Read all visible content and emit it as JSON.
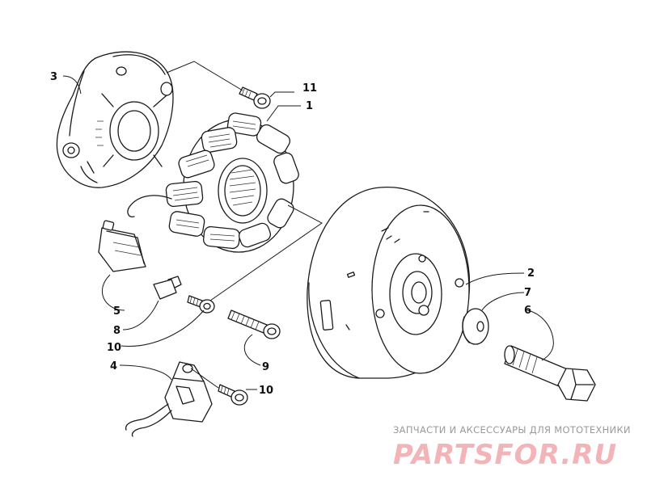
{
  "callouts": {
    "c1": "1",
    "c2": "2",
    "c3": "3",
    "c4": "4",
    "c5": "5",
    "c6": "6",
    "c7": "7",
    "c8": "8",
    "c9": "9",
    "c10a": "10",
    "c10b": "10",
    "c11": "11"
  },
  "watermark": {
    "caption": "ЗАПЧАСТИ И АКСЕССУАРЫ ДЛЯ МОТОТЕХНИКИ",
    "logo": "PARTSFOR.RU"
  },
  "colors": {
    "line": "#1a1a1a",
    "watermark_logo": "#f3b4b8",
    "watermark_caption": "#9a9a9a"
  }
}
